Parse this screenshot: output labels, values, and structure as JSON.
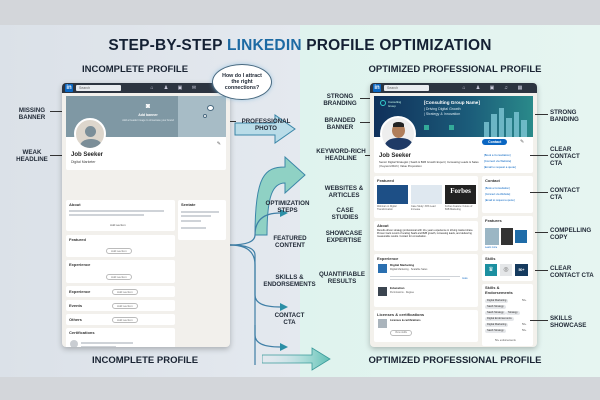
{
  "title": {
    "part1": "STEP-BY-STEP ",
    "highlight": "LINKEDIN",
    "part2": " PROFILE OPTIMIZATION"
  },
  "colors": {
    "accent": "#1d6aa3",
    "linkedin": "#0a66c2",
    "arrow": "#3aa6a0",
    "bg_left": "#dfe5ec",
    "bg_right": "#dff3ee"
  },
  "left": {
    "heading": "INCOMPLETE PROFILE",
    "footer": "INCOMPLETE PROFILE",
    "thought": "How do I attract the right connections?",
    "search": "Search",
    "banner_title": "Add banner",
    "banner_sub": "Add a header image to showcase your brand",
    "name": "Job Seeker",
    "headline": "Digital Marketer",
    "about": "About",
    "sidebar": "Sentate",
    "featured": "Featured",
    "experience": "Experience",
    "rows": [
      "Experience",
      "Events",
      "Others"
    ],
    "certifications": "Certifications",
    "add_section": "Add section",
    "labels": [
      "MISSING BANNER",
      "WEAK HEADLINE"
    ]
  },
  "middle": {
    "labels": [
      "PROFESSIONAL PHOTO",
      "OPTIMIZATION STEPS",
      "FEATURED CONTENT",
      "SKILLS & ENDORSEMENTS",
      "CONTACT CTA"
    ]
  },
  "right": {
    "heading": "OPTIMIZED PROFESSIONAL PROFILE",
    "footer": "OPTIMIZED PROFESSIONAL PROFILE",
    "search": "Search",
    "logo": "Consulting Group",
    "banner_lines": [
      "[Consulting Group Name]",
      "| Driving Digital Growth",
      "| Strategy & Innovation"
    ],
    "name": "Job Seeker",
    "headline": "Senior Digital Strategist | SaaS & B2B Growth Expert | Increasing Leads & Sales | Keyword Rich | Value Proposition",
    "contact_button": "Contact",
    "ctas": [
      "[Book a Consultation]",
      "[Connect via Website]",
      "[Email to request a quote]"
    ],
    "featured": "Featured",
    "featured_items": [
      "Webinar on Digital Transformation",
      "Case Study: 30% Lead Increase",
      "Forbes Feature: Future of B2B Marketing"
    ],
    "forbes": "Forbes",
    "contact": "Contact",
    "features": "Features",
    "learn_more": "Learn more",
    "about": "About",
    "about_text": "Results-driven strategy professional with 10+ years experience in driving market share. Proven track record of scaling SaaS and B2B growth, increasing leads, and delivering measurable results. Contact for consultation.",
    "experience": "Experience",
    "exp1": "Digital Marketing",
    "exp1_sub": "Digital Marketing · Scalable Sales",
    "exp1_more": "more",
    "exp2": "Education",
    "exp2_sub": "Permissions · Degree",
    "licenses": "Licenses & certifications",
    "lic_item": "Licenses & certifications",
    "view_skills": "View skills",
    "skills": "Skills",
    "skills_count": "50+",
    "endorse_title": "Skills & Endorsements",
    "chips": [
      "Digital Marketing",
      "SaaS Strategy",
      "SaaS Strategy",
      "Strategy",
      "Digital Endorsements",
      "Digital Marketing",
      "SaaS Strategy"
    ],
    "chip_counts": [
      "50+",
      "50+",
      "50+"
    ],
    "endorse_footer": "50+ endorsements",
    "labels_left": [
      "STRONG BRANDING",
      "BRANDED BANNER",
      "KEYWORD-RICH HEADLINE",
      "WEBSITES & ARTICLES",
      "CASE STUDIES",
      "SHOWCASE EXPERTISE",
      "QUANTIFIABLE RESULTS"
    ],
    "labels_right": [
      "STRONG BANDING",
      "CLEAR CONTACT CTA",
      "CONTACT CTA",
      "COMPELLING COPY",
      "CLEAR CONTACT CTA",
      "SKILLS SHOWCASE"
    ]
  }
}
